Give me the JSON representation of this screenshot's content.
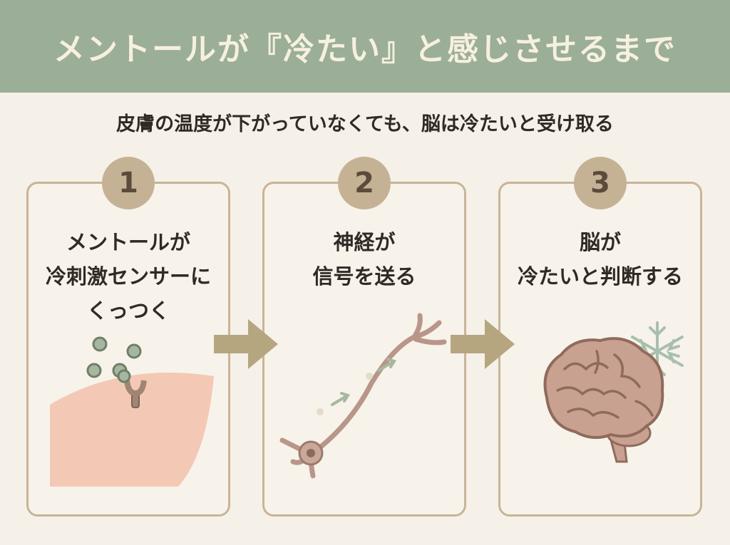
{
  "header": {
    "title": "メントールが『冷たい』と感じさせるまで"
  },
  "subtitle": "皮膚の温度が下がっていなくても、脳は冷たいと受け取る",
  "steps": [
    {
      "number": "1",
      "lines": [
        "メントールが",
        "冷刺激センサーに",
        "くっつく"
      ]
    },
    {
      "number": "2",
      "lines": [
        "神経が",
        "信号を送る"
      ]
    },
    {
      "number": "3",
      "lines": [
        "脳が",
        "冷たいと判断する"
      ]
    }
  ],
  "colors": {
    "header_bg": "#9aae98",
    "background": "#f5f1e8",
    "card_border": "#c9b496",
    "badge": "#c5b294",
    "arrow": "#b5a680",
    "skin": "#f3c9b6",
    "molecule": "#a7b79f",
    "neuron": "#c9a898",
    "brain": "#c9a190",
    "snowflake": "#a9bfae"
  },
  "icons": [
    "menthol-molecule-icon",
    "receptor-icon",
    "neuron-icon",
    "brain-icon",
    "snowflake-icon",
    "right-arrow-icon"
  ]
}
